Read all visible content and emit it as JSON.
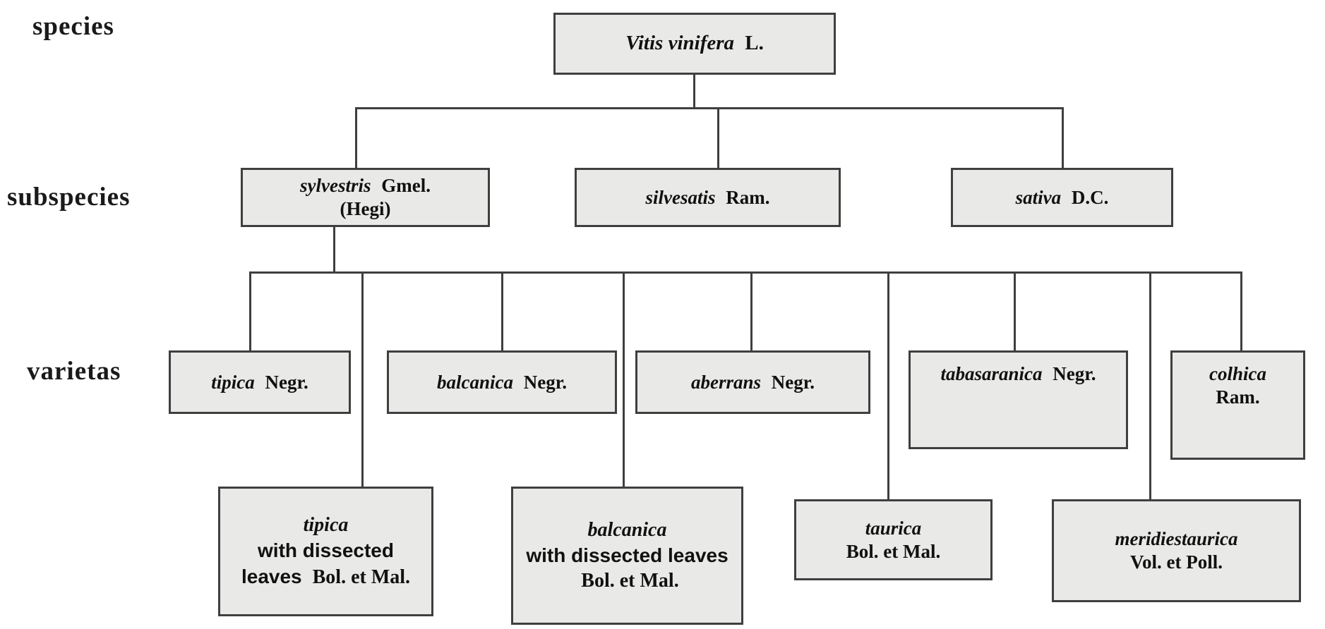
{
  "colors": {
    "background": "#ffffff",
    "box_fill": "#e9e9e7",
    "box_border": "#3f3f3f",
    "connector": "#3f3f3f",
    "text": "#111111"
  },
  "row_labels": {
    "species": "species",
    "subspecies": "subspecies",
    "varietas": "varietas"
  },
  "nodes": {
    "vitis": {
      "name": "Vitis vinifera",
      "author": "L."
    },
    "sylvestris": {
      "name": "sylvestris",
      "author": "Gmel.",
      "line2": "(Hegi)"
    },
    "silvesatis": {
      "name": "silvesatis",
      "author": "Ram."
    },
    "sativa": {
      "name": "sativa",
      "author": "D.C."
    },
    "tipica": {
      "name": "tipica",
      "author": "Negr."
    },
    "balcanica": {
      "name": "balcanica",
      "author": "Negr."
    },
    "aberrans": {
      "name": "aberrans",
      "author": "Negr."
    },
    "tabasaranica": {
      "name": "tabasaranica",
      "author": "Negr."
    },
    "colhica": {
      "name": "colhica",
      "author": "Ram."
    },
    "tipica_dissected": {
      "name": "tipica",
      "desc": "with dissected leaves",
      "author": "Bol. et Mal."
    },
    "balcanica_dissected": {
      "name": "balcanica",
      "desc": "with dissected leaves",
      "author": "Bol. et Mal."
    },
    "taurica": {
      "name": "taurica",
      "author": "Bol. et Mal."
    },
    "meridiestaurica": {
      "name": "meridiestaurica",
      "author": "Vol. et Poll."
    }
  }
}
